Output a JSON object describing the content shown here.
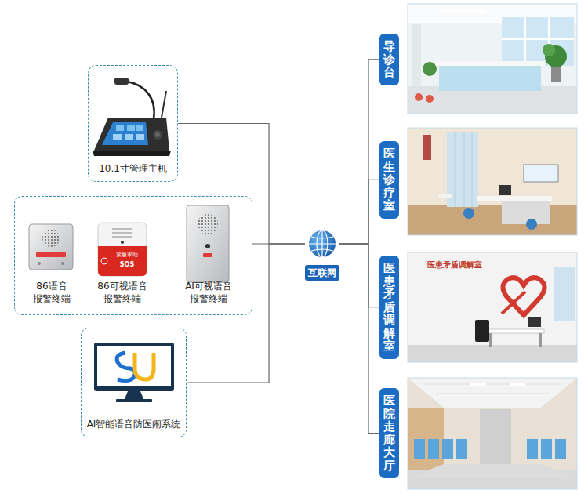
{
  "diagram": {
    "nodes": [
      {
        "text": [
          "10.1寸管理主机"
        ]
      },
      {
        "text": []
      },
      {
        "text": [
          "86语音 报警终端"
        ],
        "in": 1
      },
      {
        "text": [
          "86可视语音 报警终端"
        ],
        "in": 1
      },
      {
        "text": [
          "AI可视语音 报警终端"
        ],
        "in": 1
      },
      {
        "text": [
          "AI智能语音防医闹系统"
        ]
      },
      {
        "text": [
          "互联网"
        ]
      },
      {
        "text": [
          "导诊台"
        ]
      },
      {
        "text": [
          "医生诊疗室"
        ]
      },
      {
        "text": [
          "医患矛盾调解室"
        ]
      },
      {
        "text": [
          "医院走廊大厅"
        ]
      }
    ],
    "edges": [
      {
        "from": 0,
        "to": 6,
        "arrow": "none"
      },
      {
        "from": 1,
        "to": 6,
        "arrow": "none"
      },
      {
        "from": 5,
        "to": 6,
        "arrow": "none"
      },
      {
        "from": 6,
        "to": 7,
        "arrow": "none"
      },
      {
        "from": 6,
        "to": 8,
        "arrow": "none"
      },
      {
        "from": 6,
        "to": 9,
        "arrow": "none"
      },
      {
        "from": 6,
        "to": 10,
        "arrow": "none"
      }
    ],
    "labels": [
      "紧急求助",
      "SOS",
      "医患矛盾调解室"
    ]
  }
}
